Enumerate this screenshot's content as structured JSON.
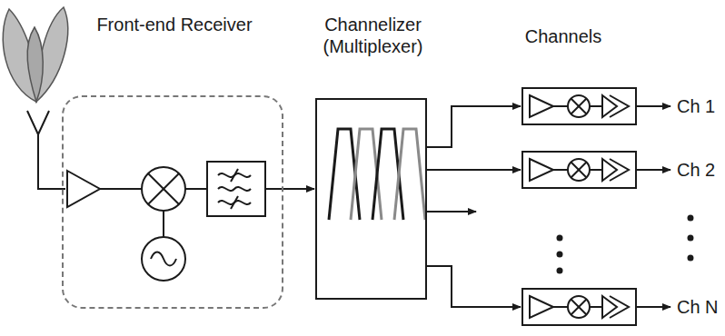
{
  "diagram": {
    "nodes": [
      {
        "text": [
          "Front-end Receiver"
        ]
      },
      {
        "text": [
          "Channelizer (Multiplexer)"
        ]
      }
    ],
    "edges": [
      {
        "from": 0,
        "to": 1,
        "arrow": "to"
      }
    ],
    "labels": [
      "Channels",
      "Ch 1",
      "Ch 2",
      "Ch N"
    ]
  }
}
